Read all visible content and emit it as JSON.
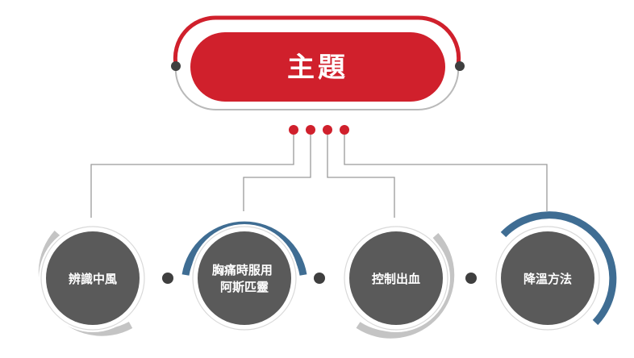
{
  "title": "主題",
  "nodes": [
    {
      "lines": [
        "辨識中風"
      ]
    },
    {
      "lines": [
        "胸痛時服用",
        "阿斯匹靈"
      ]
    },
    {
      "lines": [
        "控制出血"
      ]
    },
    {
      "lines": [
        "降溫方法"
      ]
    }
  ],
  "colors": {
    "red": "#d0202c",
    "gray_node": "#5a5a5a",
    "gray_ring": "#c4c4c4",
    "blue_ring": "#3f6d93",
    "connector": "#9a9a9a",
    "dot": "#3f3f3f"
  }
}
